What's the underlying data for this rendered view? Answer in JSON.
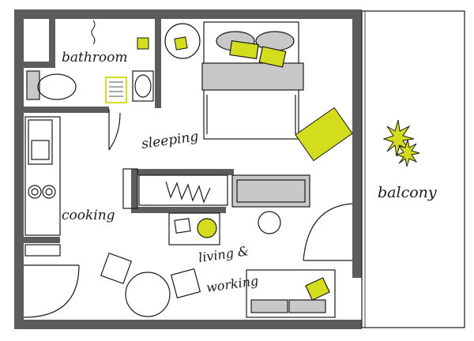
{
  "labels": {
    "bathroom": "bathroom",
    "sleeping": "sleeping",
    "cooking": "cooking",
    "living_line1": "living &",
    "living_line2": "working",
    "balcony": "balcony"
  },
  "colors": {
    "wall": "#5c5c5c",
    "accent": "#d4dc1e",
    "furniture_gray": "#c8c8c8",
    "line": "#1a1a1a"
  },
  "icons": [
    "plant-icon",
    "lamp-icon",
    "book-icon"
  ]
}
